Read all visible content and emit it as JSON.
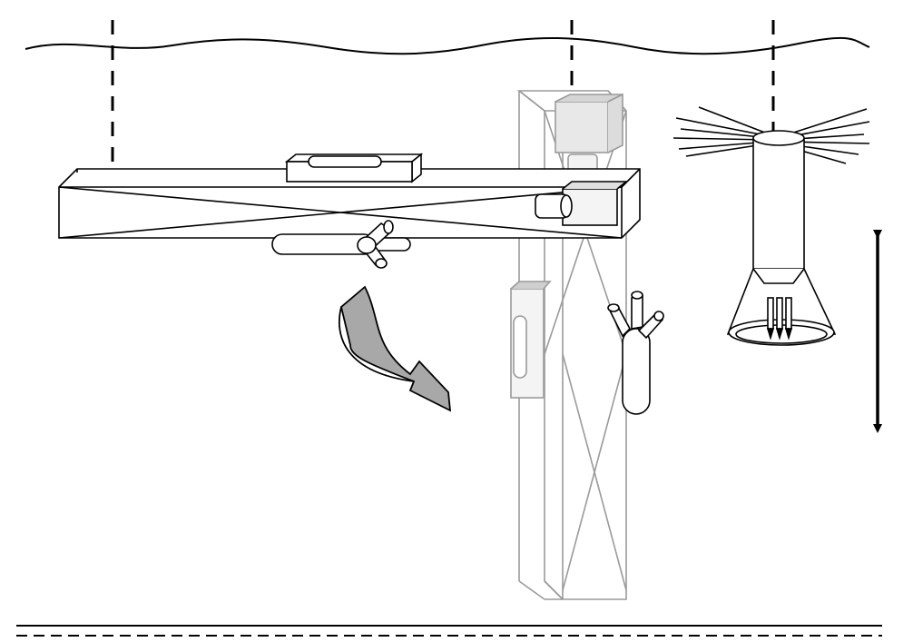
{
  "figure": {
    "background": "#ffffff",
    "stroke_color": "#000000",
    "ghost_stroke_color": "#9a9a9a",
    "arrow_fill": "#a8a8a8"
  },
  "elements": {
    "surface_line": "wavy-water-surface",
    "support_lines": 3,
    "horizontal_beam": "wireframe-box-with-cross-bracing",
    "vertical_column": "ghosted-wireframe-column",
    "rotation_arrow": "curved-arrow",
    "vertical_motion_arrow": "double-headed-arrow",
    "emitter_device": "cylindrical-probe-with-radiating-lines",
    "bottom_boundary": "solid-line-over-dashed-line"
  }
}
